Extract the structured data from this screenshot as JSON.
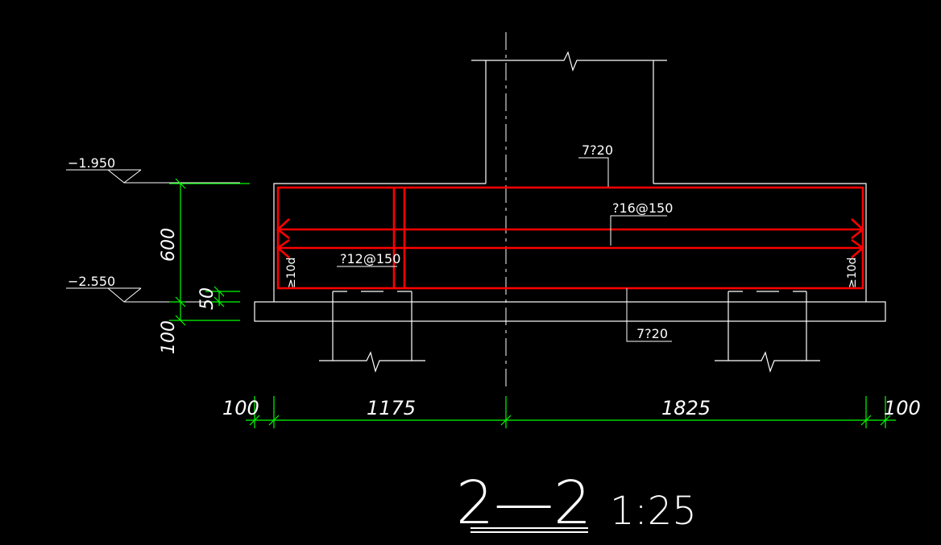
{
  "colors": {
    "background": "#000000",
    "outline": "#ffffff",
    "rebar": "#ff0000",
    "dimension": "#00ff00",
    "centerline": "#ffffff"
  },
  "elevations": {
    "top": "−1.950",
    "bottom": "−2.550"
  },
  "vertical_dims": {
    "height": "600",
    "cover": "50",
    "pad": "100"
  },
  "rebar_labels": {
    "column_main": "7?20",
    "top_dist": "?16@150",
    "bottom_dist": "?12@150",
    "bottom_main": "7?20",
    "anchor_left": "≥10d",
    "anchor_right": "≥10d"
  },
  "horizontal_dims": [
    "100",
    "1175",
    "1825",
    "100"
  ],
  "title": {
    "section": "2—2",
    "scale": "1:25"
  }
}
